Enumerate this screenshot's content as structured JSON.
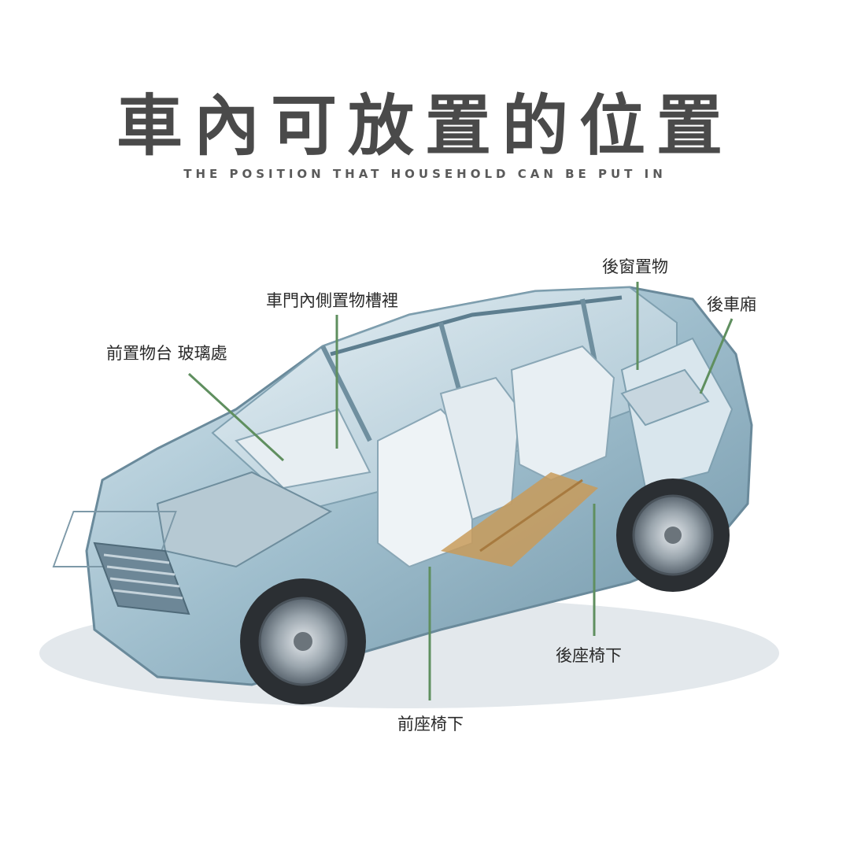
{
  "heading": {
    "title": "車內可放置的位置",
    "subtitle": "THE POSITION THAT HOUSEHOLD CAN BE PUT IN"
  },
  "callouts": {
    "front_dash": "前置物台 玻璃處",
    "door_pocket": "車門內側置物槽裡",
    "rear_window": "後窗置物",
    "trunk": "後車廂",
    "rear_seat_under": "後座椅下",
    "front_seat_under": "前座椅下"
  },
  "colors": {
    "title": "#4a4a4a",
    "leader_line": "#5f8f5f",
    "car_body": "#8fb3c4",
    "car_body_light": "#cfe1ea",
    "wood_floor": "#c89b5a",
    "tire": "#2b2f33"
  }
}
